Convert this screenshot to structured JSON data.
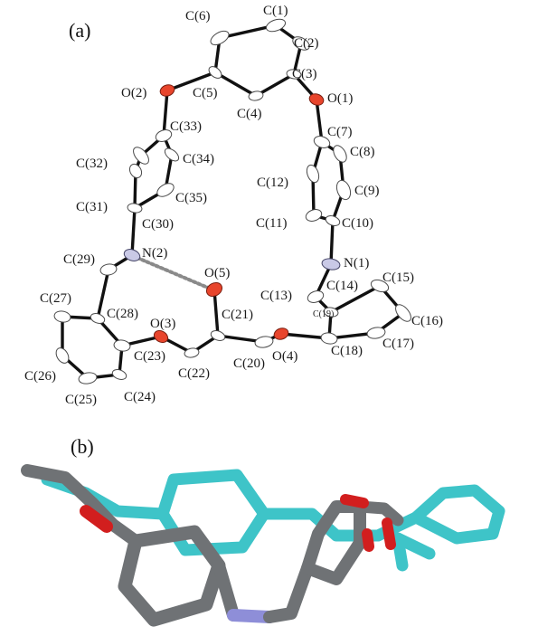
{
  "panels": {
    "a": "(a)",
    "b": "(b)"
  },
  "atoms": {
    "C1": "C(1)",
    "C2": "C(2)",
    "C3": "C(3)",
    "C4": "C(4)",
    "C5": "C(5)",
    "C6": "C(6)",
    "C7": "C(7)",
    "C8": "C(8)",
    "C9": "C(9)",
    "C10": "C(10)",
    "C11": "C(11)",
    "C12": "C(12)",
    "C13": "C(13)",
    "C14": "C(14)",
    "C15": "C(15)",
    "C16": "C(16)",
    "C17": "C(17)",
    "C18": "C(18)",
    "C19": "C(19)",
    "C20": "C(20)",
    "C21": "C(21)",
    "C22": "C(22)",
    "C23": "C(23)",
    "C24": "C(24)",
    "C25": "C(25)",
    "C26": "C(26)",
    "C27": "C(27)",
    "C28": "C(28)",
    "C29": "C(29)",
    "C30": "C(30)",
    "C31": "C(31)",
    "C32": "C(32)",
    "C33": "C(33)",
    "C34": "C(34)",
    "C35": "C(35)",
    "O1": "O(1)",
    "O2": "O(2)",
    "O3": "O(3)",
    "O4": "O(4)",
    "O5": "O(5)",
    "N1": "N(1)",
    "N2": "N(2)"
  },
  "colors": {
    "carbon_stick": "#6f7275",
    "aryl_stick": "#3ec4c8",
    "oxygen_stick": "#d21e1e",
    "nitrogen_stick": "#8e8ed8",
    "oxygen_ellipsoid": "#e8452c",
    "nitrogen_ellipsoid": "#c9c9e6",
    "bond": "#111111"
  }
}
